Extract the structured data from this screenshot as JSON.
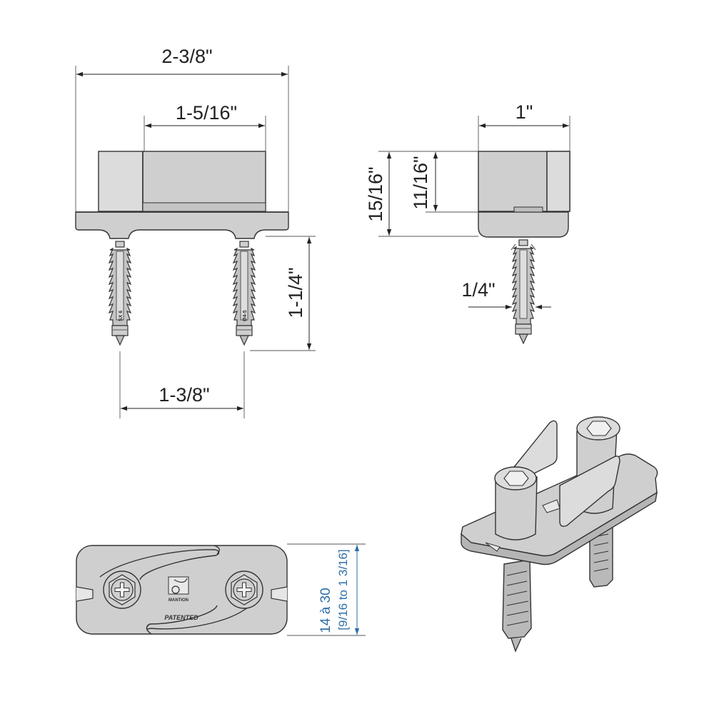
{
  "dimensions": {
    "overall_width": "2-3/8\"",
    "body_width": "1-5/16\"",
    "depth": "1\"",
    "total_height": "15/16\"",
    "body_height": "11/16\"",
    "anchor_length": "1-1/4\"",
    "anchor_diameter": "1/4\"",
    "anchor_spacing": "1-3/8\""
  },
  "top_view": {
    "range_line1": "14 à 30",
    "range_line2": "[9/16 to 1  3/16]",
    "brand_label": "MANTION",
    "patent_label": "PATENTED"
  },
  "anchor_markings": {
    "size": "SX 6",
    "diameter": "Ø4-5"
  },
  "colors": {
    "part": "#cfcfcf",
    "range_text": "#2e6fa7"
  }
}
